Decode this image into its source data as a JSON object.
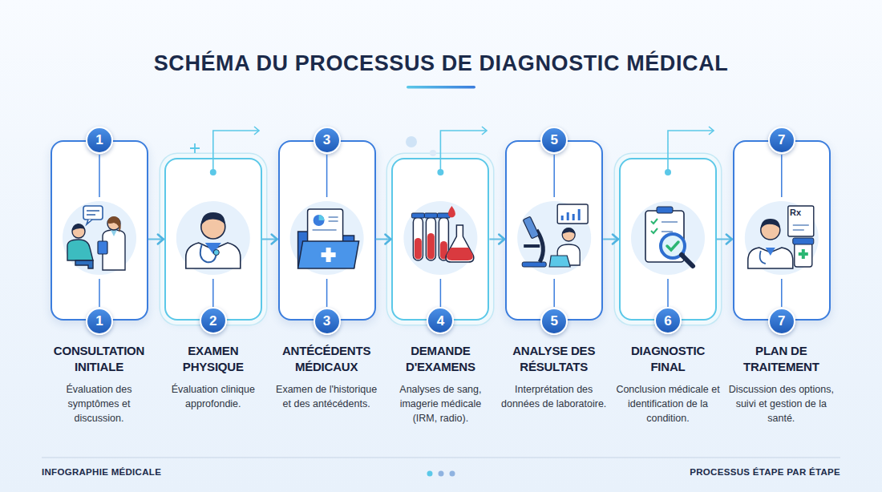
{
  "diagram": {
    "title": "SCHÉMA DU PROCESSUS DE DIAGNOSTIC MÉDICAL",
    "nodes": [
      {
        "text": [
          "CONSULTATION INITIALE",
          "Évaluation des symptômes et discussion."
        ]
      },
      {
        "text": [
          "EXAMEN PHYSIQUE",
          "Évaluation clinique approfondie."
        ]
      },
      {
        "text": [
          "ANTÉCÉDENTS MÉDICAUX",
          "Examen de l'historique et des antécédents."
        ]
      },
      {
        "text": [
          "DEMANDE D'EXAMENS",
          "Analyses de sang, imagerie médicale (IRM, radio)."
        ]
      },
      {
        "text": [
          "ANALYSE DES RÉSULTATS",
          "Interprétation des données de laboratoire."
        ]
      },
      {
        "text": [
          "DIAGNOSTIC FINAL",
          "Conclusion médicale et identification de la condition."
        ]
      },
      {
        "text": [
          "PLAN DE TRAITEMENT",
          "Discussion des options, suivi et gestion de la santé."
        ]
      },
      {
        "text": [
          "1"
        ],
        "in": 0
      },
      {
        "text": [
          "3"
        ],
        "in": 2
      },
      {
        "text": [
          "5"
        ],
        "in": 4
      },
      {
        "text": [
          "7"
        ],
        "in": 6
      },
      {
        "text": [
          "1"
        ],
        "in": 0
      },
      {
        "text": [
          "2"
        ],
        "in": 1
      },
      {
        "text": [
          "3"
        ],
        "in": 2
      },
      {
        "text": [
          "4"
        ],
        "in": 3
      },
      {
        "text": [
          "5"
        ],
        "in": 4
      },
      {
        "text": [
          "6"
        ],
        "in": 5
      },
      {
        "text": [
          "7"
        ],
        "in": 6
      }
    ],
    "edges": [
      {
        "from": 0,
        "to": 1,
        "arrow": "to"
      },
      {
        "from": 1,
        "to": 2,
        "arrow": "to"
      },
      {
        "from": 2,
        "to": 3,
        "arrow": "to"
      },
      {
        "from": 3,
        "to": 4,
        "arrow": "to"
      },
      {
        "from": 4,
        "to": 5,
        "arrow": "to"
      },
      {
        "from": 5,
        "to": 6,
        "arrow": "to"
      }
    ],
    "labels": [
      "INFOGRAPHIE MÉDICALE",
      "PROCESSUS ÉTAPE PAR ÉTAPE",
      "Rx"
    ]
  }
}
